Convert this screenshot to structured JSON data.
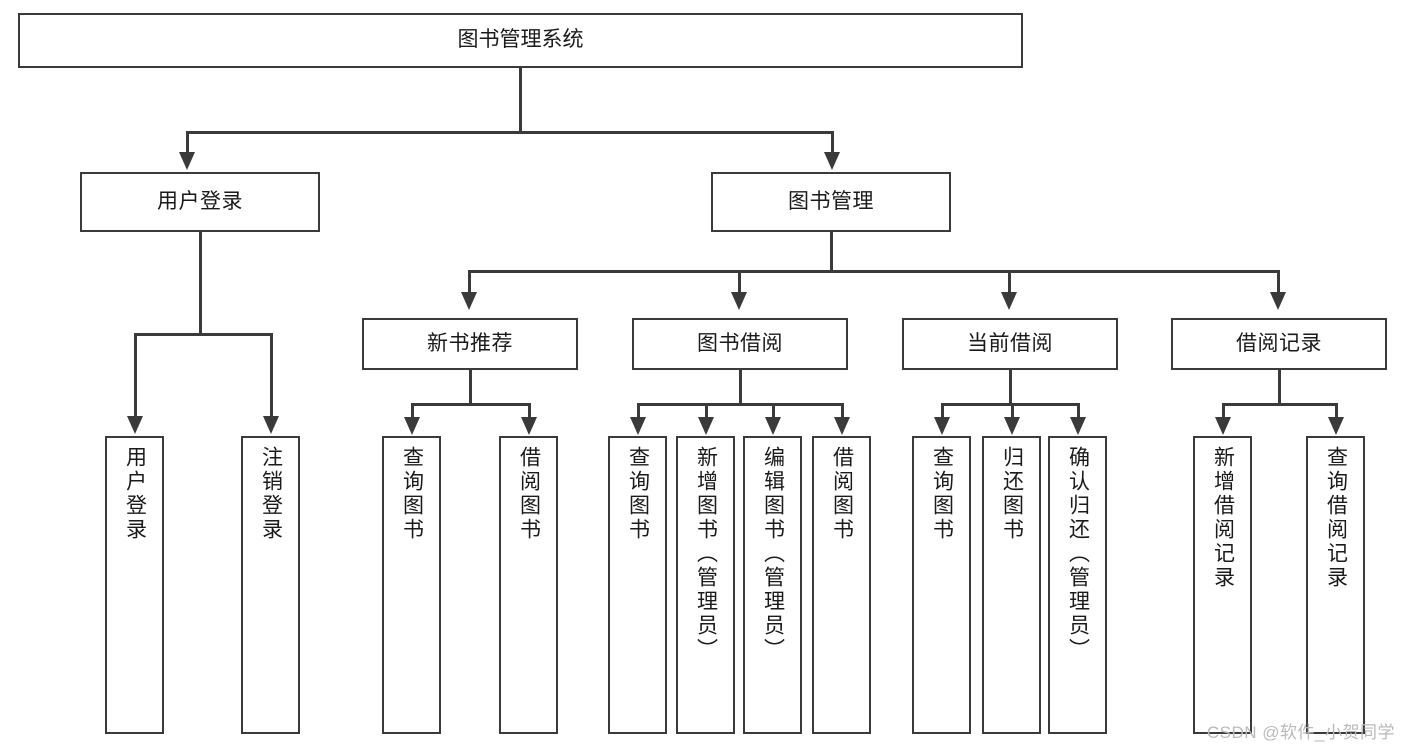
{
  "diagram": {
    "title": "图书管理系统",
    "type": "hierarchy-tree",
    "root": {
      "id": "root",
      "label": "图书管理系统"
    },
    "level2": [
      {
        "id": "user-login",
        "label": "用户登录"
      },
      {
        "id": "book-manage",
        "label": "图书管理"
      }
    ],
    "level3": [
      {
        "id": "new-book-rec",
        "label": "新书推荐"
      },
      {
        "id": "book-borrow",
        "label": "图书借阅"
      },
      {
        "id": "current-borrow",
        "label": "当前借阅"
      },
      {
        "id": "borrow-record",
        "label": "借阅记录"
      }
    ],
    "leaves": {
      "user_login": [
        {
          "id": "leaf-user-login",
          "label": "用户登录"
        },
        {
          "id": "leaf-logout-login",
          "label": "注销登录"
        }
      ],
      "new_book_rec": [
        {
          "id": "leaf-query-book-1",
          "label": "查询图书"
        },
        {
          "id": "leaf-borrow-book-1",
          "label": "借阅图书"
        }
      ],
      "book_borrow": [
        {
          "id": "leaf-query-book-2",
          "label": "查询图书"
        },
        {
          "id": "leaf-add-book",
          "label": "新增图书（管理员）"
        },
        {
          "id": "leaf-edit-book",
          "label": "编辑图书（管理员）"
        },
        {
          "id": "leaf-borrow-book-2",
          "label": "借阅图书"
        }
      ],
      "current_borrow": [
        {
          "id": "leaf-query-book-3",
          "label": "查询图书"
        },
        {
          "id": "leaf-return-book",
          "label": "归还图书"
        },
        {
          "id": "leaf-confirm-return",
          "label": "确认归还（管理员）"
        }
      ],
      "borrow_record": [
        {
          "id": "leaf-add-record",
          "label": "新增借阅记录"
        },
        {
          "id": "leaf-query-record",
          "label": "查询借阅记录"
        }
      ]
    }
  },
  "watermark": {
    "text": "CSDN @软件_小贺同学"
  },
  "colors": {
    "stroke": "#3a3a3a",
    "fill": "#ffffff",
    "text": "#1a1a1a",
    "watermark": "#b9b9b9"
  }
}
